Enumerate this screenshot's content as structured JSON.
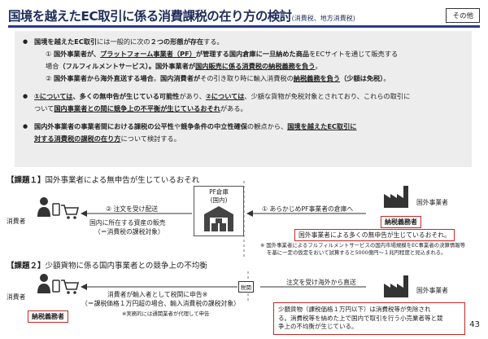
{
  "header": {
    "title": "国境を越えたEC取引に係る消費課税の在り方の検討",
    "title_note": "(消費税、地方消費税)",
    "tag": "その他"
  },
  "summary": {
    "b1": {
      "t1": "国境を越えたEC取引",
      "t2": "には一般的に次の",
      "t3": "２つの形態が存在",
      "t4": "する。"
    },
    "s1": {
      "num": "①",
      "t1": "国外事業者が、",
      "t2": "プラットフォーム事業者（PF）",
      "t3": "が管理する国内倉庫に一旦納めた商品",
      "t4": "をECサイトを通じて販売する",
      "t5": "場合",
      "t6": "（フルフィルメントサービス）",
      "t7": "。国外事業者が",
      "t8": "国内販売に係る消費税の納税義務を負う",
      "t9": "。"
    },
    "s2": {
      "num": "②",
      "t1": "国外事業者から海外直送する場合",
      "t2": "。",
      "t3": "国内消費者が",
      "t4": "その引き取り時に輸入消費税の",
      "t5": "納税義務を負う",
      "t6": "（少額は免税）",
      "t7": "。"
    },
    "b2": {
      "t1": "①については",
      "t2": "、多くの無申告が生じている可能性",
      "t3": "があり、",
      "t4": "②については",
      "t5": "、少額な貨物が免税対象とされており、これらの取引に",
      "t6": "ついて",
      "t7": "国内事業者との間に競争上の不平衡が生じているおそれ",
      "t8": "がある。"
    },
    "b3": {
      "t1": "国内外事業者の事業者間における課税の公平性",
      "t2": "や",
      "t3": "競争条件の中立性確保",
      "t4": "の観点から、",
      "t5": "国境を越えたEC取引に",
      "t6": "対する消費税の課税の在り方",
      "t7": "について検討する。"
    }
  },
  "section1": {
    "bracket": "【課題１】",
    "title": "国外事業者による無申告が生じているおそれ",
    "consumer": "消費者",
    "foreign": "国外事業者",
    "warehouse_label": "PF倉庫",
    "warehouse_sub": "(国内)",
    "arrow_left": "② 注文を受け配送",
    "arrow_right": "① あらかじめPF事業者の倉庫へ",
    "sale_label": "国内に所在する資産の販売",
    "sale_sub": "（＝消費税の課税対象）",
    "taxpayer": "納税義務者",
    "red_note": "国外事業者による多くの無申告が生じているおそれ。",
    "foot1": "※ 国外事業者によるフルフィルメントサービスの国内市場規模をEC事業者の決算情報等",
    "foot2": "を基に一定の仮定をおいて試算すると5000億円～１兆円程度と見込まれる。"
  },
  "section2": {
    "bracket": "【課題２】",
    "title": "少額貨物に係る国内事業者との競争上の不均衡",
    "consumer": "消費者",
    "foreign": "国外事業者",
    "taxpayer": "納税義務者",
    "customs": "税関",
    "arrow_top": "注文を受け海外から直送",
    "import1": "消費者が輸入者として税関に申告※",
    "import2": "（＝課税価格１万円超の場合、輸入消費税の課税対象）",
    "agent_note": "※実務的には通関業者が代理して申告",
    "note1": "少額貨物（課税価格１万円以下）は消費税等が免除され",
    "note2": "る。消費税等を納めた上で国内で取引を行う小売業者等と競",
    "note3": "争上の不均衡が生じている。"
  },
  "footer": {
    "page": "43"
  }
}
